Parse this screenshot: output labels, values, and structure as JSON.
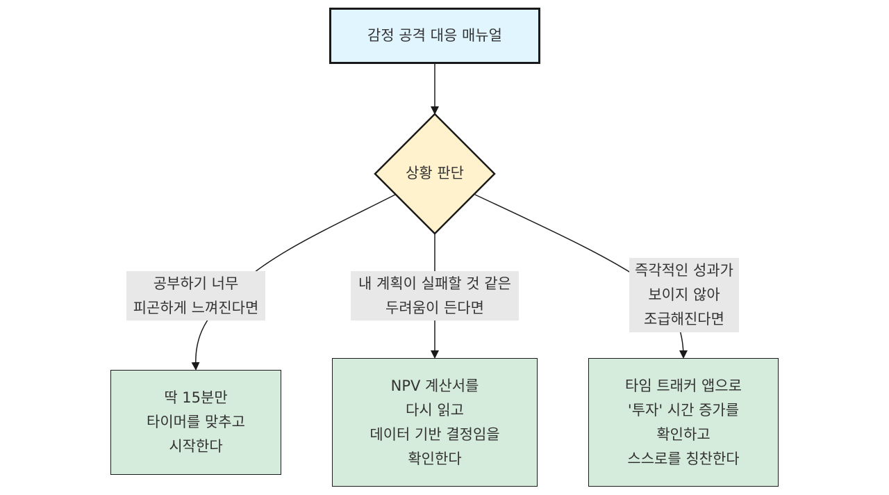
{
  "start": {
    "label": "감정 공격 대응 매뉴얼"
  },
  "decision": {
    "label": "상황 판단"
  },
  "branches": [
    {
      "condition": [
        "공부하기 너무",
        "피곤하게 느껴진다면"
      ],
      "action": [
        "딱 15분만",
        "타이머를 맞추고",
        "시작한다"
      ]
    },
    {
      "condition": [
        "내 계획이 실패할 것 같은",
        "두려움이 든다면"
      ],
      "action": [
        "NPV 계산서를",
        "다시 읽고",
        "데이터 기반 결정임을",
        "확인한다"
      ]
    },
    {
      "condition": [
        "즉각적인 성과가",
        "보이지 않아",
        "조급해진다면"
      ],
      "action": [
        "타임 트래커 앱으로",
        "'투자' 시간 증가를",
        "확인하고",
        "스스로를 칭찬한다"
      ]
    }
  ],
  "colors": {
    "start_fill": "#e1f5fe",
    "decision_fill": "#fff2cc",
    "action_fill": "#d5ebdb",
    "label_fill": "#e8e8e8",
    "stroke": "#1a1a1a"
  }
}
